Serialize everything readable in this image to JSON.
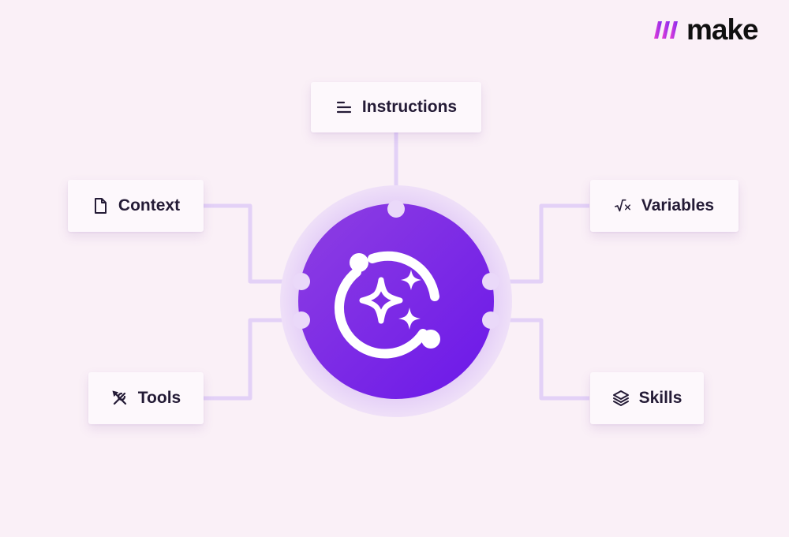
{
  "brand": {
    "name": "make"
  },
  "colors": {
    "background": "#faf0f7",
    "hub_gradient_start": "#8e3fe2",
    "hub_gradient_end": "#6b17e9",
    "halo": "#e7d4f8",
    "connector": "#e3d1f7",
    "card": "#fdf8fc",
    "text": "#241b36"
  },
  "nodes": {
    "instructions": {
      "label": "Instructions",
      "icon": "align-left-icon"
    },
    "context": {
      "label": "Context",
      "icon": "file-icon"
    },
    "tools": {
      "label": "Tools",
      "icon": "wrench-screwdriver-icon"
    },
    "variables": {
      "label": "Variables",
      "icon": "square-root-icon"
    },
    "skills": {
      "label": "Skills",
      "icon": "layers-icon"
    }
  },
  "hub": {
    "icon": "ai-sparkles-orbit-icon"
  }
}
